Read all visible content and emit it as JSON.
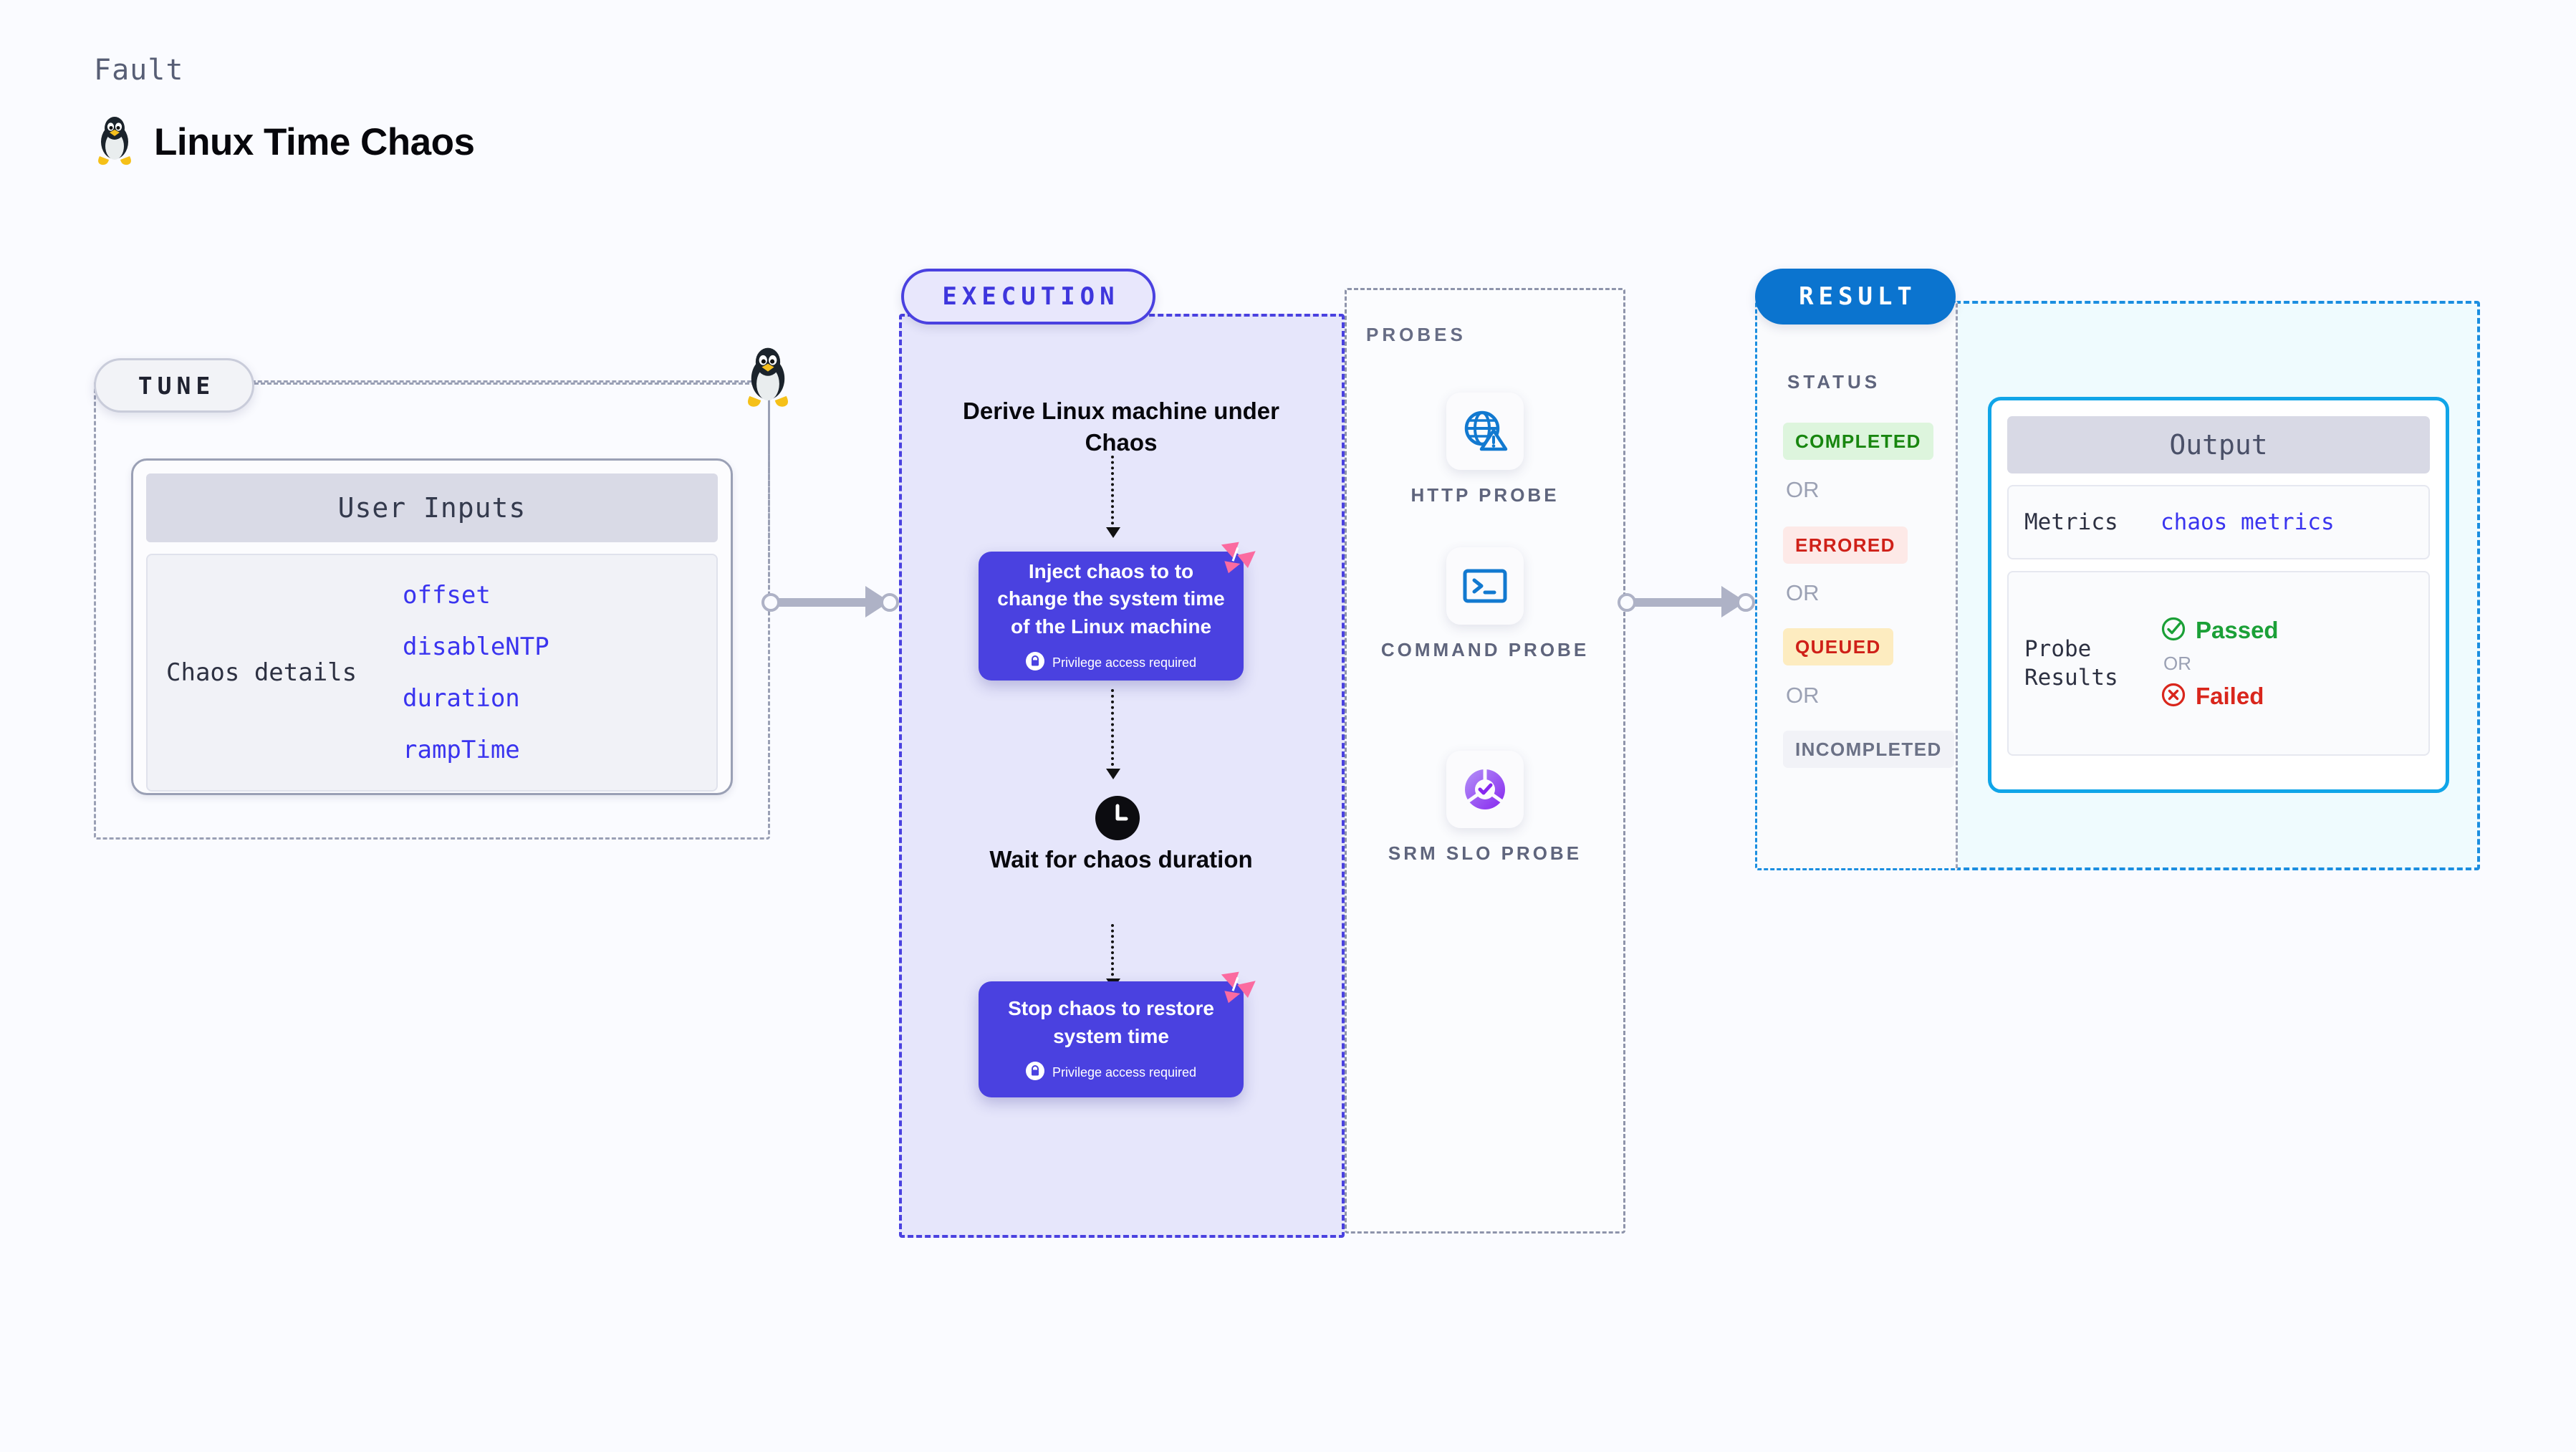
{
  "header": {
    "kicker": "Fault",
    "title": "Linux Time Chaos",
    "icon": "linux-tux-icon"
  },
  "tune": {
    "pill_label": "TUNE",
    "card_title": "User Inputs",
    "details_label": "Chaos details",
    "params": [
      "offset",
      "disableNTP",
      "duration",
      "rampTime"
    ]
  },
  "execution": {
    "pill_label": "EXECUTION",
    "step_title": "Derive Linux machine under Chaos",
    "inject_card": {
      "text": "Inject chaos to to change the system time of the Linux machine",
      "privilege": "Privilege access required",
      "privilege_icon": "lock-icon",
      "corner_icon": "chaos-corner-icon"
    },
    "wait_step": {
      "icon": "clock-icon",
      "title": "Wait for chaos duration"
    },
    "stop_card": {
      "text": "Stop chaos to restore system time",
      "privilege": "Privilege access required",
      "privilege_icon": "lock-icon",
      "corner_icon": "chaos-corner-icon"
    }
  },
  "probes": {
    "label": "PROBES",
    "items": [
      {
        "label": "HTTP PROBE",
        "icon": "globe-warning-icon"
      },
      {
        "label": "COMMAND PROBE",
        "icon": "terminal-icon"
      },
      {
        "label": "SRM SLO PROBE",
        "icon": "slo-gauge-check-icon"
      }
    ]
  },
  "result": {
    "pill_label": "RESULT",
    "status_label": "STATUS",
    "or_label": "OR",
    "statuses": [
      {
        "label": "COMPLETED",
        "bg": "#ddf5dd",
        "fg": "#18860f"
      },
      {
        "label": "ERRORED",
        "bg": "#fde9e7",
        "fg": "#cf2018"
      },
      {
        "label": "QUEUED",
        "bg": "#fdecc0",
        "fg": "#cf2018"
      },
      {
        "label": "INCOMPLETED",
        "bg": "#f1f2f7",
        "fg": "#6b7186"
      }
    ],
    "output": {
      "title": "Output",
      "metrics_label": "Metrics",
      "metrics_value": "chaos metrics",
      "probe_results_label": "Probe Results",
      "passed_label": "Passed",
      "passed_icon": "check-circle-icon",
      "failed_label": "Failed",
      "failed_icon": "x-circle-icon",
      "or_label": "OR"
    }
  },
  "colors": {
    "page_bg": "#fafbff",
    "chaos_purple": "#4a41e0",
    "result_blue": "#0b74cf",
    "output_border": "#10a5e8",
    "pink_accent": "#fb6ba0"
  }
}
